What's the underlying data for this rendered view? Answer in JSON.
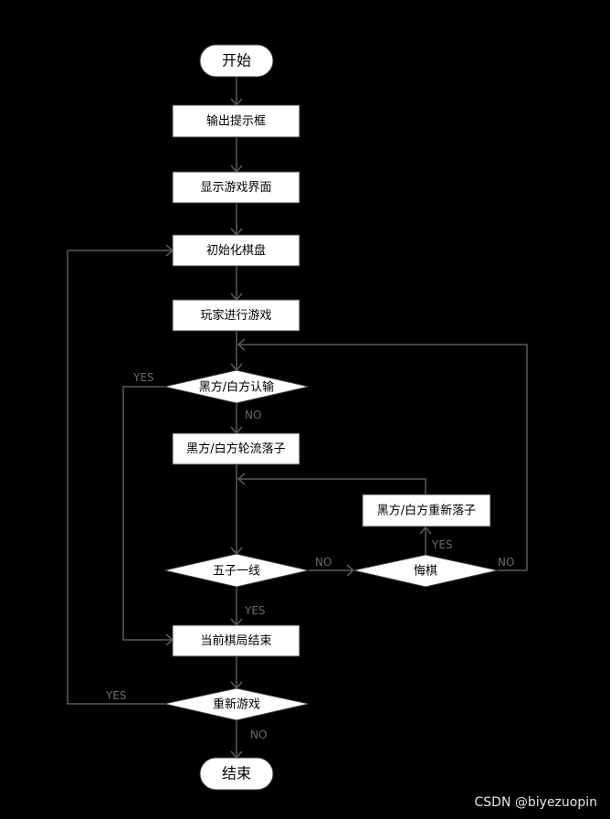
{
  "nodes": {
    "start": "开始",
    "output_prompt": "输出提示框",
    "show_ui": "显示游戏界面",
    "init_board": "初始化棋盘",
    "player_play": "玩家进行游戏",
    "resign_check": "黑方/白方认输",
    "take_turns": "黑方/白方轮流落子",
    "five_in_row": "五子一线",
    "undo": "悔棋",
    "re_place": "黑方/白方重新落子",
    "game_over": "当前棋局结束",
    "restart": "重新游戏",
    "end": "结束"
  },
  "labels": {
    "resign_yes": "YES",
    "resign_no": "NO",
    "five_yes": "YES",
    "five_no": "NO",
    "undo_yes": "YES",
    "undo_no": "NO",
    "restart_yes": "YES",
    "restart_no": "NO"
  },
  "watermark": "CSDN @biyezuopin"
}
